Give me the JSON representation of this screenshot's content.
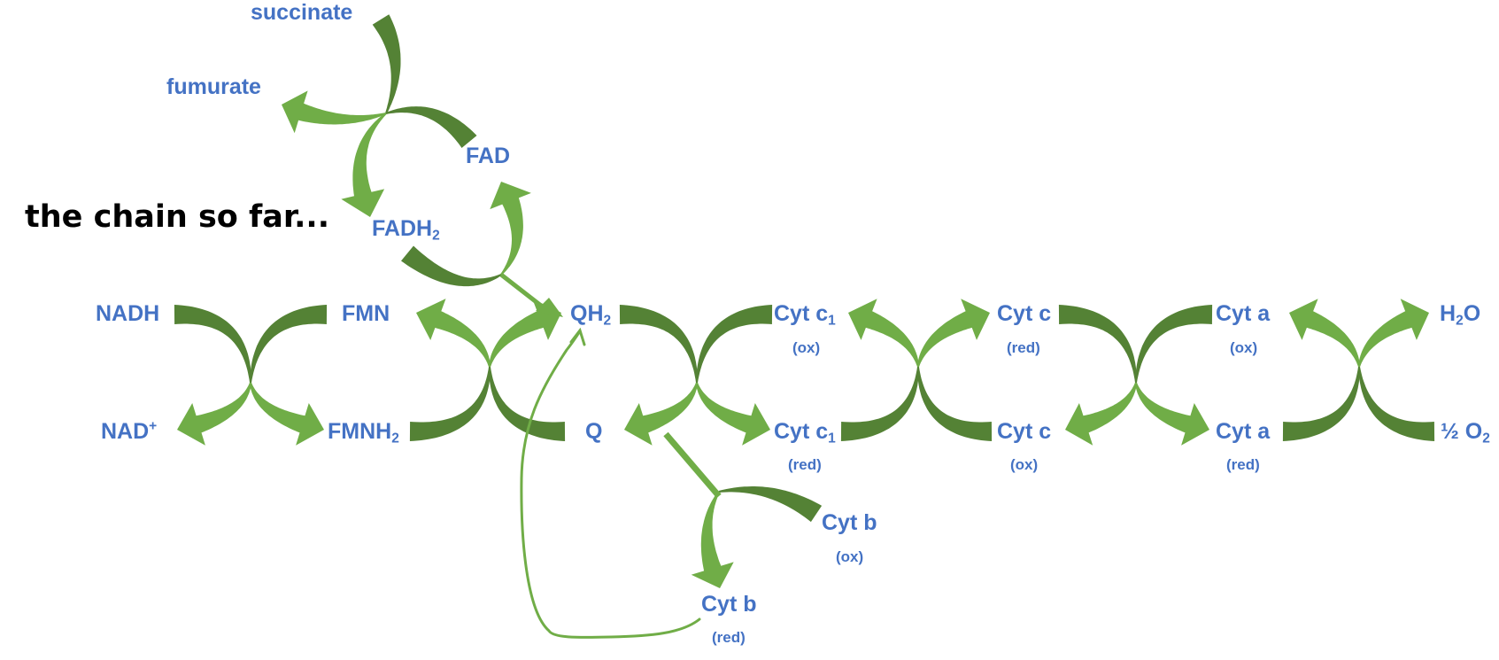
{
  "heading": "the chain so far...",
  "colors": {
    "label": "#4472c4",
    "arrow_light": "#70ad47",
    "arrow_dark": "#548235",
    "heading": "#000000"
  },
  "labels": {
    "succinate": "succinate",
    "fumurate": "fumurate",
    "fad": "FAD",
    "fadh2": {
      "main": "FADH",
      "sub": "2"
    },
    "nadh": "NADH",
    "nad": {
      "main": "NAD",
      "sup": "+"
    },
    "fmn": "FMN",
    "fmnh2": {
      "main": "FMNH",
      "sub": "2"
    },
    "qh2": {
      "main": "QH",
      "sub": "2"
    },
    "q": "Q",
    "cytc1_top": {
      "main": "Cyt c",
      "sub": "1",
      "state": "(ox)"
    },
    "cytc1_bottom": {
      "main": "Cyt c",
      "sub": "1",
      "state": "(red)"
    },
    "cytc_top": {
      "main": "Cyt c",
      "state": "(red)"
    },
    "cytc_bottom": {
      "main": "Cyt c",
      "state": "(ox)"
    },
    "cyta_top": {
      "main": "Cyt a",
      "state": "(ox)"
    },
    "cyta_bottom": {
      "main": "Cyt a",
      "state": "(red)"
    },
    "h2o": {
      "pre": "H",
      "sub": "2",
      "post": "O"
    },
    "o2": {
      "pre": "½ O",
      "sub": "2"
    },
    "cytb_ox": {
      "main": "Cyt b",
      "state": "(ox)"
    },
    "cytb_red": {
      "main": "Cyt b",
      "state": "(red)"
    }
  }
}
